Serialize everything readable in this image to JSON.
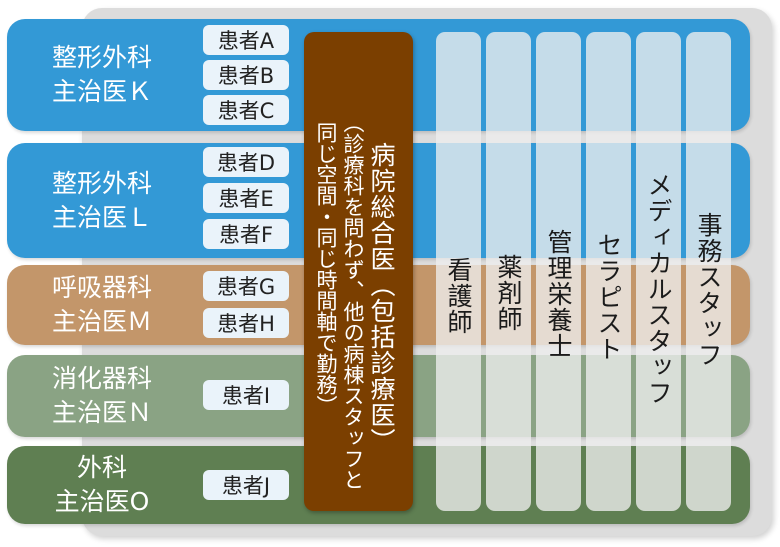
{
  "departments": [
    {
      "line1": "整形外科",
      "line2": "主治医Ｋ",
      "color": "#3399d6",
      "patients": [
        "患者A",
        "患者B",
        "患者C"
      ]
    },
    {
      "line1": "整形外科",
      "line2": "主治医Ｌ",
      "color": "#3399d6",
      "patients": [
        "患者D",
        "患者E",
        "患者F"
      ]
    },
    {
      "line1": "呼吸器科",
      "line2": "主治医Ｍ",
      "color": "#c3966a",
      "patients": [
        "患者G",
        "患者H"
      ]
    },
    {
      "line1": "消化器科",
      "line2": "主治医Ｎ",
      "color": "#8aa384",
      "patients": [
        "患者I"
      ]
    },
    {
      "line1": "外科",
      "line2": "主治医O",
      "color": "#5f7f52",
      "patients": [
        "患者J"
      ]
    }
  ],
  "general_physician": {
    "title": "病院総合医（包括診療医）",
    "note_line1": "（診療科を問わず、他の病棟スタッフと",
    "note_line2": "同じ空間・同じ時間軸で勤務）"
  },
  "staff": [
    "看護師",
    "薬剤師",
    "管理栄養士",
    "セラピスト",
    "メディカルスタッフ",
    "事務スタッフ"
  ],
  "colors": {
    "general_box": "#7b3f00",
    "panel": "#dcdcdc"
  }
}
